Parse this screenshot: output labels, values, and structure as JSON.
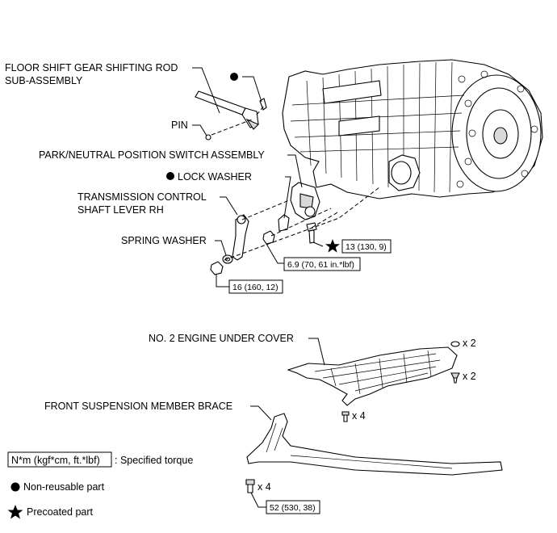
{
  "labels": {
    "gear_rod_line1": "FLOOR SHIFT GEAR SHIFTING ROD",
    "gear_rod_line2": "SUB-ASSEMBLY",
    "pin": "PIN",
    "pnp_switch": "PARK/NEUTRAL POSITION SWITCH ASSEMBLY",
    "lock_washer": "LOCK WASHER",
    "lever_line1": "TRANSMISSION CONTROL",
    "lever_line2": "SHAFT LEVER RH",
    "spring_washer": "SPRING WASHER",
    "under_cover": "NO. 2 ENGINE UNDER COVER",
    "member_brace": "FRONT SUSPENSION MEMBER BRACE"
  },
  "torques": {
    "switch_bolt": "13 (130, 9)",
    "switch_nut": "6.9 (70, 61 in.*lbf)",
    "lever_nut": "16 (160, 12)",
    "brace_bolt": "52 (530, 38)"
  },
  "quantities": {
    "cover_clip": "x 2",
    "cover_screw": "x 2",
    "cover_bolt": "x 4",
    "brace_bolt": "x 4"
  },
  "legend": {
    "torque_box": "N*m (kgf*cm, ft.*lbf)",
    "torque_desc": ": Specified torque",
    "non_reusable": "Non-reusable part",
    "precoated": "Precoated part"
  }
}
